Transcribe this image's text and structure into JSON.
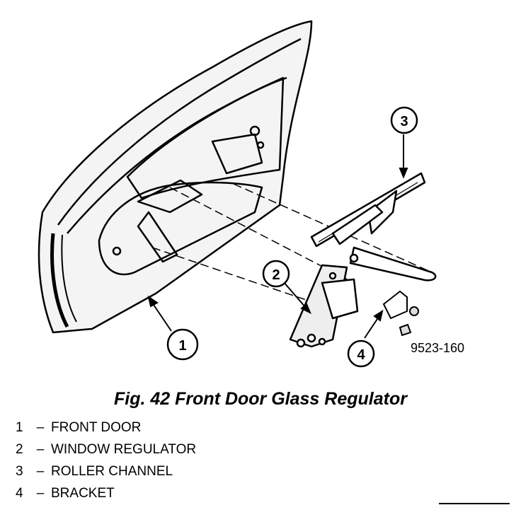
{
  "figure": {
    "caption": "Fig. 42 Front Door Glass Regulator",
    "figure_number": "9523-160"
  },
  "callouts": [
    "1",
    "2",
    "3",
    "4"
  ],
  "legend": [
    {
      "num": "1",
      "dash": "–",
      "label": "FRONT DOOR"
    },
    {
      "num": "2",
      "dash": "–",
      "label": "WINDOW REGULATOR"
    },
    {
      "num": "3",
      "dash": "–",
      "label": "ROLLER CHANNEL"
    },
    {
      "num": "4",
      "dash": "–",
      "label": "BRACKET"
    }
  ]
}
